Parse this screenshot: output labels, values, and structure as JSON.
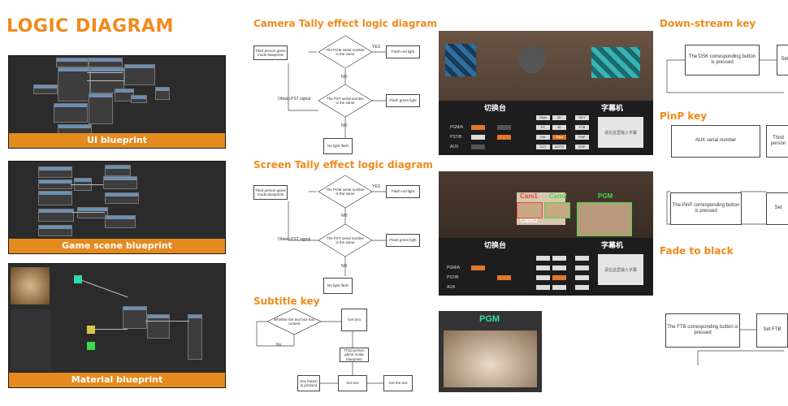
{
  "title": "LOGIC DIAGRAM",
  "blueprints": [
    {
      "label": "UI blueprint"
    },
    {
      "label": "Game scene blueprint"
    },
    {
      "label": "Material blueprint"
    }
  ],
  "camera_tally": {
    "title": "Camera Tally effect logic diagram",
    "start": "Third person game mode blueprints",
    "decision1": "The PGM serial number is the same",
    "yes": "YES",
    "no": "NO",
    "action1": "Flash red light",
    "side": "Obtain PST signal",
    "decision2": "The PST serial number is the same",
    "action2": "Flash green light",
    "end": "No light flash"
  },
  "screen_tally": {
    "title": "Screen Tally effect logic diagram",
    "start": "Third person game mode blueprints",
    "decision1": "The PGM serial number is the same",
    "yes": "YES",
    "no": "NO",
    "action1": "Flash red light",
    "side": "Obtain PST signal",
    "decision2": "The PST serial number is the same",
    "action2": "Flash green light",
    "end": "No light flash"
  },
  "subtitle_key": {
    "title": "Subtitle key",
    "decision": "Whether the text box has content",
    "no": "No",
    "get": "Get text",
    "mode": "Third person game mode blueprints",
    "key": "Key button is pressed",
    "set": "Set text",
    "show": "Get the text"
  },
  "switcher": {
    "left_label": "切换台",
    "right_label": "字幕机",
    "input_hint": "请在这里输入字幕",
    "rows": [
      "PGM/A",
      "PST/B",
      "AUX"
    ],
    "keys": [
      "Slide",
      "3D",
      "KEY",
      "PC",
      "3D",
      "FTB",
      "Mix",
      "Wipe",
      "PinP",
      "CUT",
      "AUTO",
      "DSK"
    ],
    "cams": [
      "Cam1",
      "Cam2",
      "PGM",
      "Cam3"
    ],
    "pgm_label": "PGM"
  },
  "down_stream": {
    "title": "Down-stream key",
    "box": "The DSK corresponding button is pressed",
    "set": "Set"
  },
  "pinp": {
    "title": "PinP key",
    "box": "AUX serial number",
    "third": "Third person",
    "box2": "The PinP corresponding button is pressed",
    "set": "Set"
  },
  "fade": {
    "title": "Fade to black",
    "box": "The FTB corresponding button is pressed",
    "set": "Set FTB"
  },
  "colors": {
    "accent": "#f08a1c",
    "bar": "#e58a1f",
    "dark": "#2b2b2b"
  }
}
